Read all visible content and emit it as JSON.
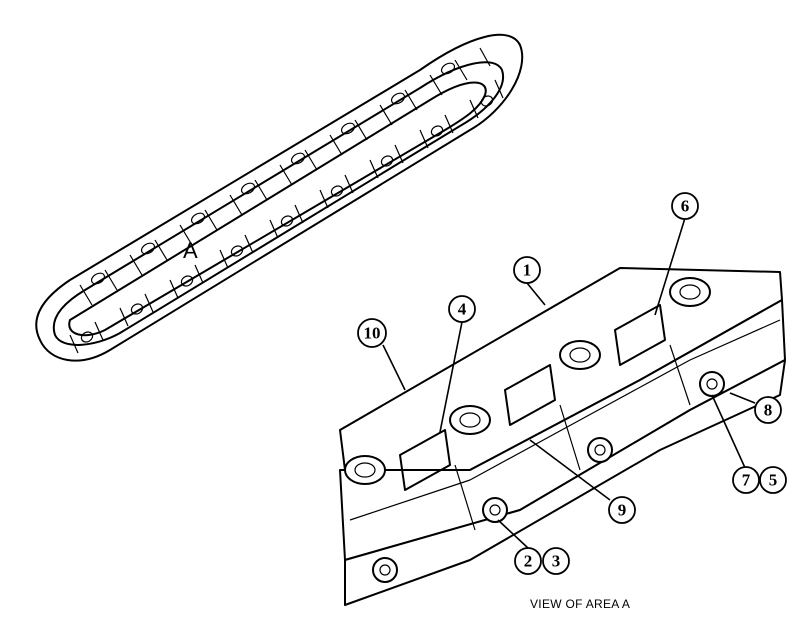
{
  "area_label": "A",
  "caption": "VIEW OF AREA  A",
  "callouts": [
    {
      "id": "1",
      "label": "1"
    },
    {
      "id": "2",
      "label": "2"
    },
    {
      "id": "3",
      "label": "3"
    },
    {
      "id": "4",
      "label": "4"
    },
    {
      "id": "5",
      "label": "5"
    },
    {
      "id": "6",
      "label": "6"
    },
    {
      "id": "7",
      "label": "7"
    },
    {
      "id": "8",
      "label": "8"
    },
    {
      "id": "9",
      "label": "9"
    },
    {
      "id": "10",
      "label": "10"
    }
  ]
}
